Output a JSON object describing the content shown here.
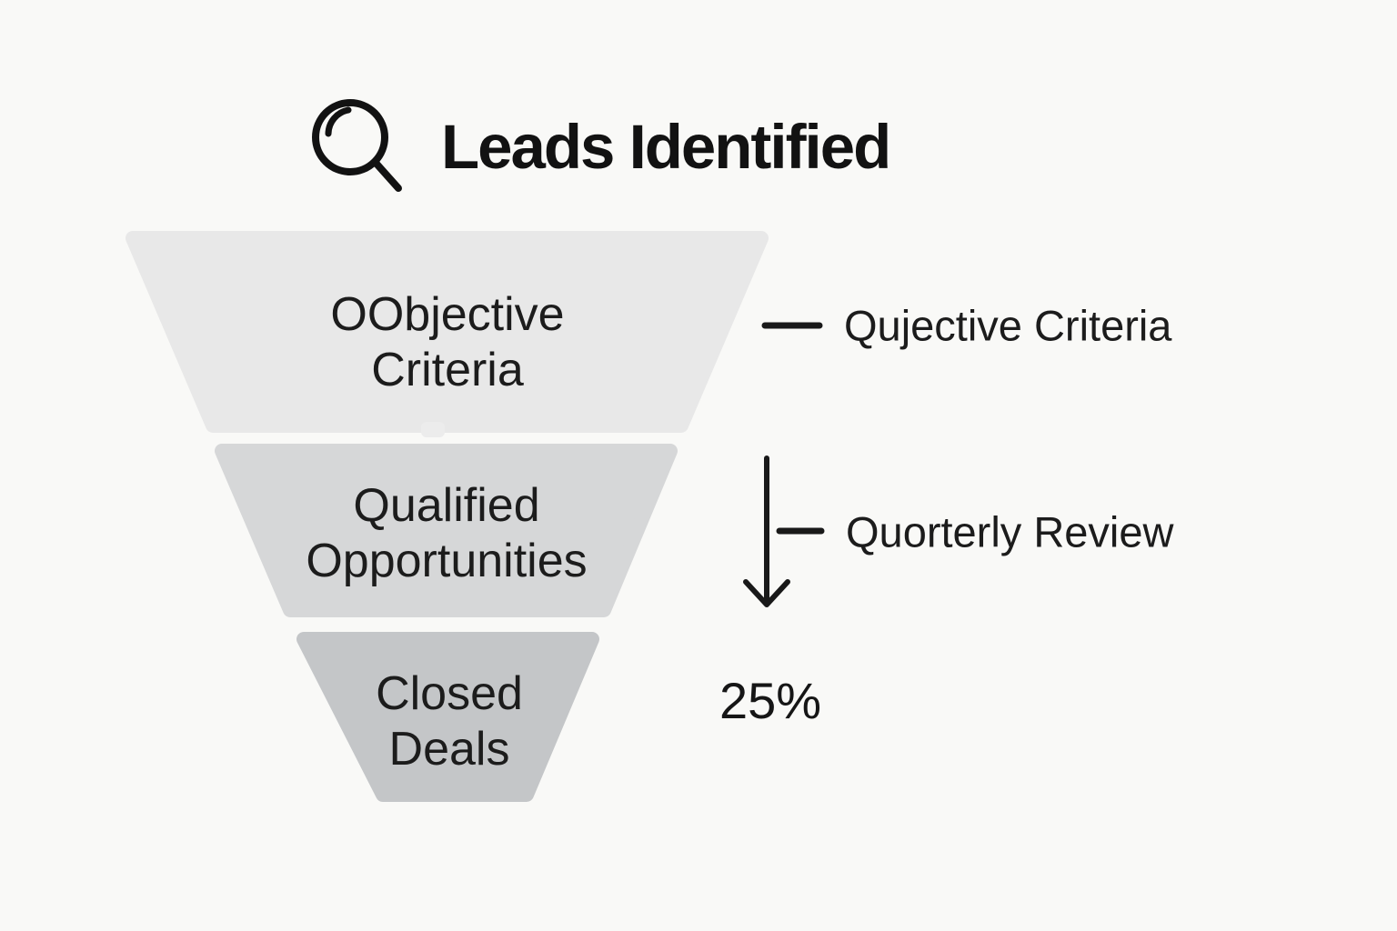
{
  "page": {
    "background": "#f9f9f7",
    "ink": "#191919"
  },
  "header": {
    "title": "Leads Identified",
    "icon": "magnifier-icon"
  },
  "funnel": {
    "type": "funnel",
    "stages": [
      {
        "id": "stage-1",
        "label": "OObjective Criteria",
        "lines": [
          "OObjective",
          "Criteria"
        ],
        "fill": "#e8e8e8"
      },
      {
        "id": "stage-2",
        "label": "Qualified Opportunities",
        "lines": [
          "Qualified",
          "Opportunities"
        ],
        "fill": "#d6d7d8"
      },
      {
        "id": "stage-3",
        "label": "Closed Deals",
        "lines": [
          "Closed",
          "Deals"
        ],
        "fill": "#c4c6c8"
      }
    ],
    "connector_tab_fill": "#ececec"
  },
  "annotations": {
    "stage1_note": "Qujective Criteria",
    "stage2_note": "Quorterly Review",
    "conversion_rate": "25%"
  }
}
